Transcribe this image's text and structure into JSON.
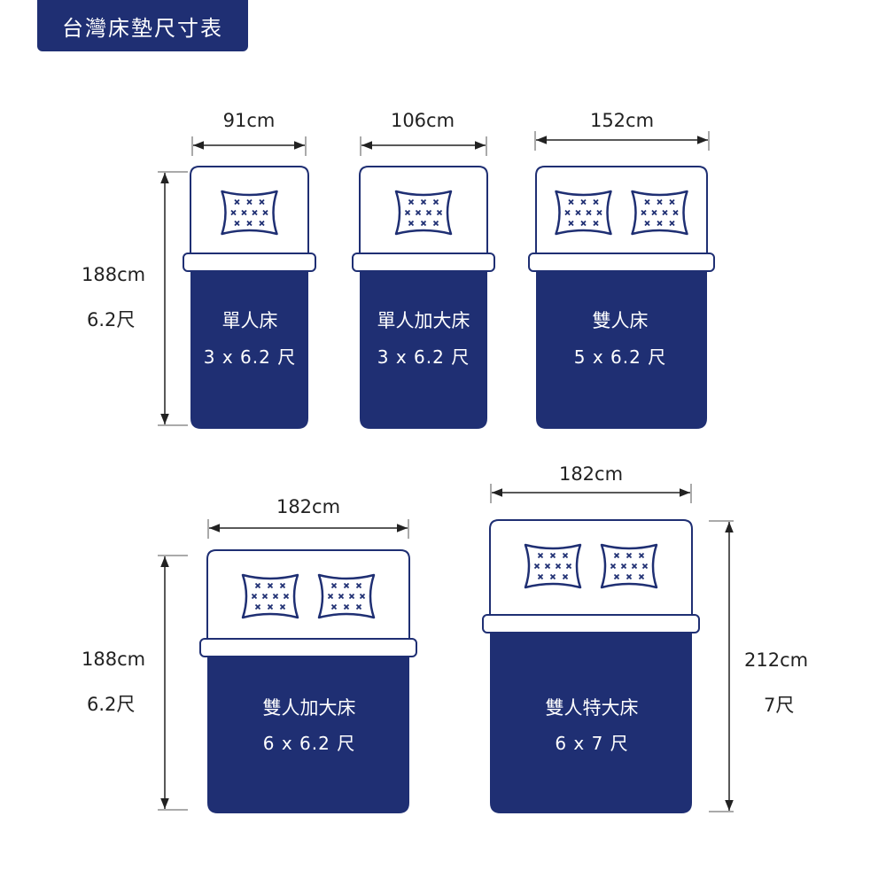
{
  "title": "台灣床墊尺寸表",
  "colors": {
    "navy": "#1f2f73",
    "outline": "#1f2f73",
    "white": "#ffffff",
    "text": "#222222"
  },
  "rows": [
    {
      "height_label": "188cm",
      "height_feet": "6.2尺"
    },
    {
      "height_label": "188cm",
      "height_feet": "6.2尺"
    }
  ],
  "beds": [
    {
      "name": "單人床",
      "size": "3 x 6.2 尺",
      "width_label": "91cm",
      "pillows": 1
    },
    {
      "name": "單人加大床",
      "size": "3 x 6.2 尺",
      "width_label": "106cm",
      "pillows": 1
    },
    {
      "name": "雙人床",
      "size": "5 x 6.2 尺",
      "width_label": "152cm",
      "pillows": 2
    },
    {
      "name": "雙人加大床",
      "size": "6 x 6.2 尺",
      "width_label": "182cm",
      "pillows": 2
    },
    {
      "name": "雙人特大床",
      "size": "6 x 7 尺",
      "width_label": "182cm",
      "pillows": 2,
      "height_label": "212cm",
      "height_feet": "7尺"
    }
  ]
}
